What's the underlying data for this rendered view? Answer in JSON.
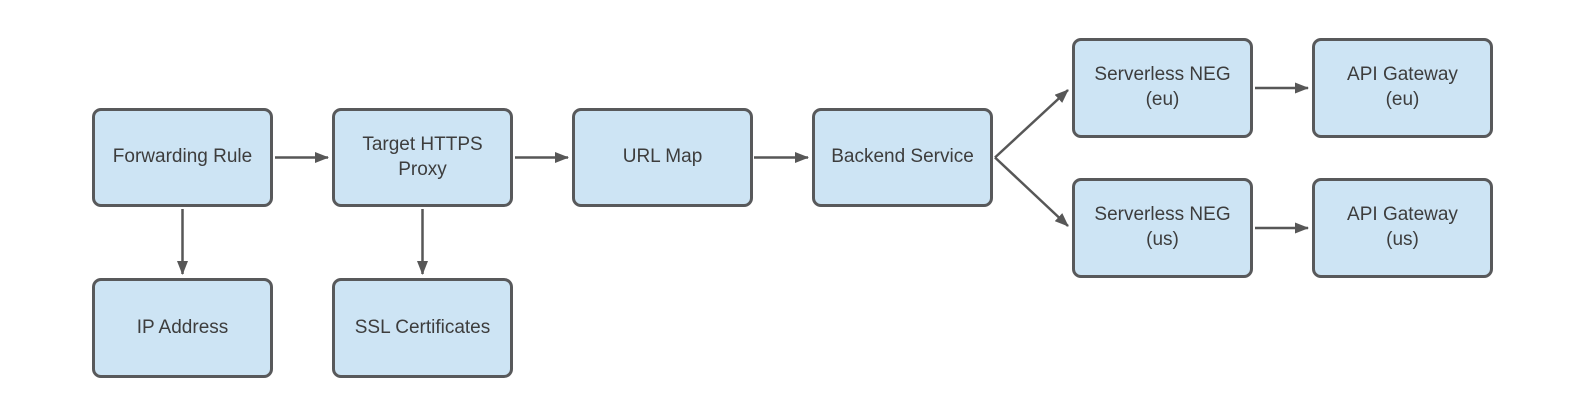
{
  "diagram": {
    "type": "flowchart",
    "background_color": "#ffffff",
    "colors": {
      "node_fill": "#cde4f4",
      "node_border": "#58595b",
      "node_text": "#3d3d3d",
      "connector": "#575757"
    },
    "nodes": {
      "forwarding_rule": {
        "label": "Forwarding Rule"
      },
      "target_https_proxy": {
        "label": "Target HTTPS\nProxy"
      },
      "url_map": {
        "label": "URL Map"
      },
      "backend_service": {
        "label": "Backend Service"
      },
      "serverless_neg_eu": {
        "label": "Serverless NEG\n(eu)"
      },
      "api_gateway_eu": {
        "label": "API Gateway\n(eu)"
      },
      "serverless_neg_us": {
        "label": "Serverless NEG\n(us)"
      },
      "api_gateway_us": {
        "label": "API Gateway\n(us)"
      },
      "ip_address": {
        "label": "IP Address"
      },
      "ssl_certificates": {
        "label": "SSL Certificates"
      }
    },
    "edges": [
      {
        "from": "Forwarding Rule",
        "to": "Target HTTPS Proxy"
      },
      {
        "from": "Forwarding Rule",
        "to": "IP Address"
      },
      {
        "from": "Target HTTPS Proxy",
        "to": "URL Map"
      },
      {
        "from": "Target HTTPS Proxy",
        "to": "SSL Certificates"
      },
      {
        "from": "URL Map",
        "to": "Backend Service"
      },
      {
        "from": "Backend Service",
        "to": "Serverless NEG (eu)"
      },
      {
        "from": "Backend Service",
        "to": "Serverless NEG (us)"
      },
      {
        "from": "Serverless NEG (eu)",
        "to": "API Gateway (eu)"
      },
      {
        "from": "Serverless NEG (us)",
        "to": "API Gateway (us)"
      }
    ]
  }
}
